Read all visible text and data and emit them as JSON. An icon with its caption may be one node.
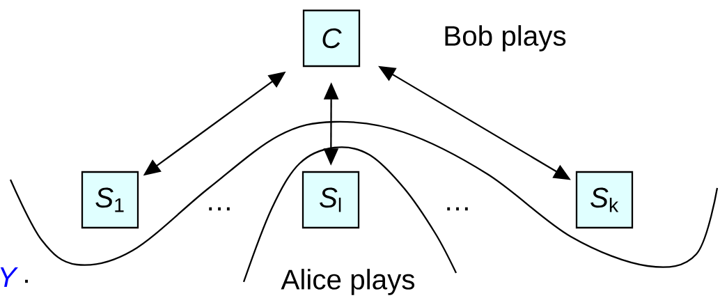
{
  "diagram": {
    "nodes": [
      {
        "text": [
          "*C*"
        ]
      },
      {
        "text": [
          "*S*$_{1}$"
        ]
      },
      {
        "text": [
          "*S*$_{l}$"
        ]
      },
      {
        "text": [
          "*S*$_{k}$"
        ]
      }
    ],
    "edges": [
      {
        "from": 0,
        "to": 1,
        "arrow": "both"
      },
      {
        "from": 0,
        "to": 2,
        "arrow": "both"
      },
      {
        "from": 0,
        "to": 3,
        "arrow": "both"
      }
    ],
    "labels": [
      "Bob plays",
      "…",
      "…",
      "Y",
      ".",
      "Alice plays"
    ]
  }
}
